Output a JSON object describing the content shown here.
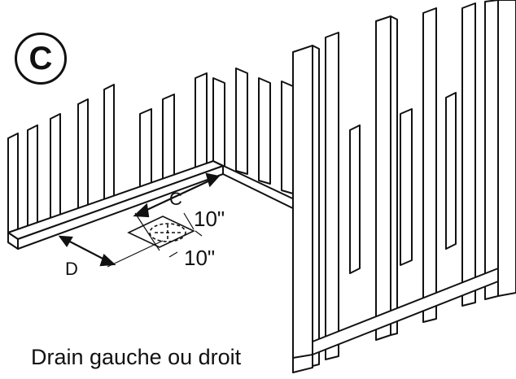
{
  "figure": {
    "step_letter": "C",
    "labels": {
      "c": "C",
      "d": "D",
      "dim_h": "10\"",
      "dim_v": "10\""
    },
    "caption": "Drain gauche ou droit"
  },
  "colors": {
    "ink": "#111111",
    "paper": "#ffffff"
  }
}
